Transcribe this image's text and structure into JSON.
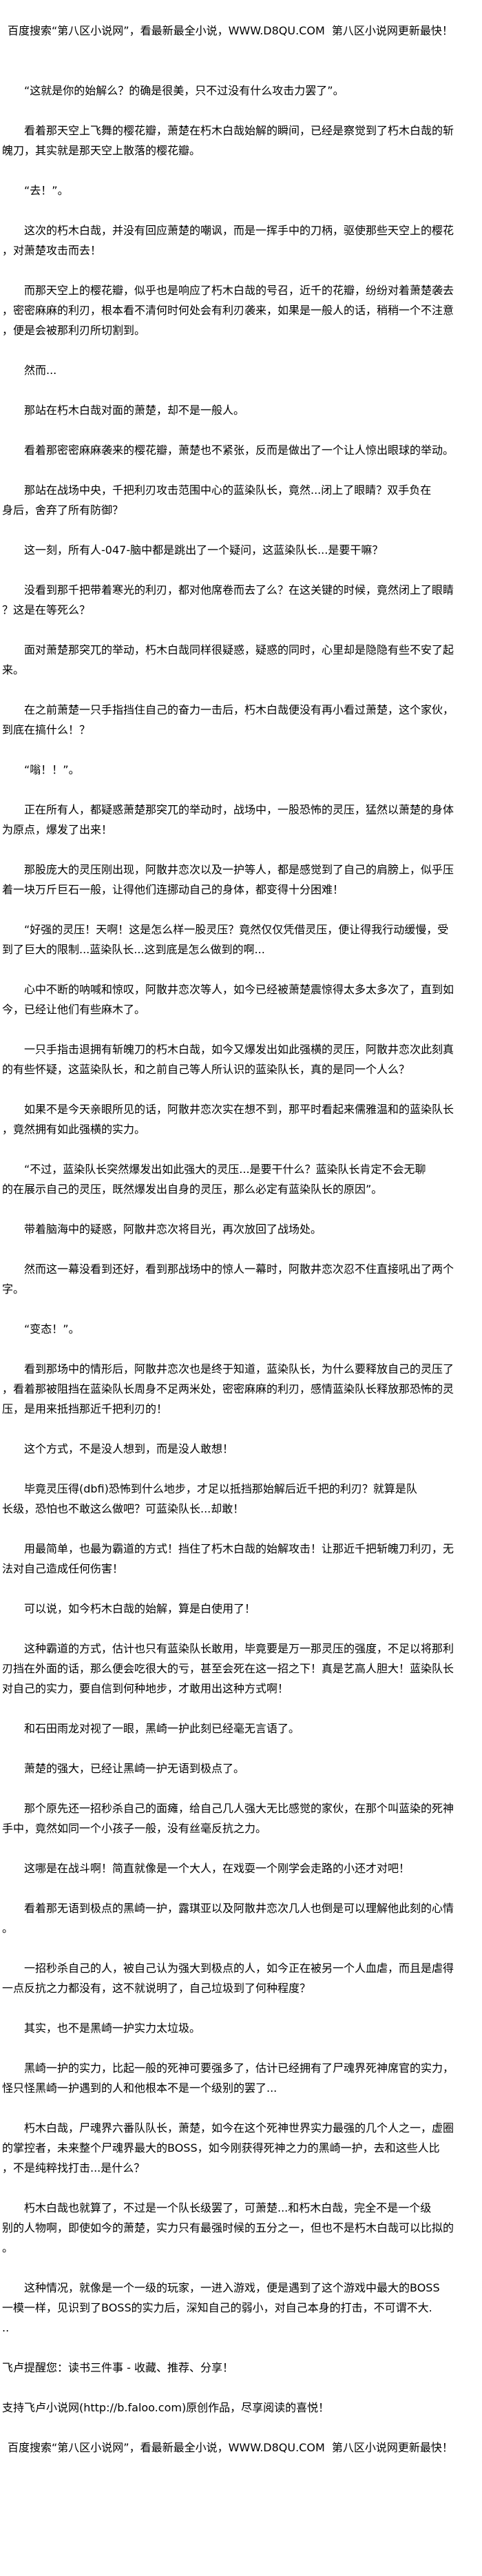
{
  "banner_top": "百度搜索“第八区小说网”，看最新最全小说，WWW.D8QU.COM  第八区小说网更新最快！",
  "paragraphs": [
    {
      "lines": [
        "　　“这就是你的始解么？的确是很美，只不过没有什么攻击力罢了”。"
      ]
    },
    {
      "lines": [
        "　　看着那天空上飞舞的樱花瓣，萧楚在朽木白哉始解的瞬间，已经是察觉到了朽木白哉的斩",
        "魄刀，其实就是那天空上散落的樱花瓣。"
      ]
    },
    {
      "lines": [
        "　　“去！”。"
      ]
    },
    {
      "lines": [
        "　　这次的朽木白哉，并没有回应萧楚的嘲讽，而是一挥手中的刀柄，驱使那些天空上的樱花",
        "，对萧楚攻击而去！"
      ]
    },
    {
      "lines": [
        "　　而那天空上的樱花瓣，似乎也是响应了朽木白哉的号召，近千的花瓣，纷纷对着萧楚袭去",
        "，密密麻麻的利刃，根本看不清何时何处会有利刃袭来，如果是一般人的话，稍稍一个不注意",
        "，便是会被那利刃所切割到。"
      ]
    },
    {
      "lines": [
        "　　然而..."
      ]
    },
    {
      "lines": [
        "　　那站在朽木白哉对面的萧楚，却不是一般人。"
      ]
    },
    {
      "lines": [
        "　　看着那密密麻麻袭来的樱花瓣，萧楚也不紧张，反而是做出了一个让人惊出眼球的举动。"
      ]
    },
    {
      "lines": [
        "　　那站在战场中央，千把利刃攻击范围中心的蓝染队长，竟然...闭上了眼睛？双手负在",
        "身后，舍弃了所有防御？"
      ]
    },
    {
      "lines": [
        "　　这一刻，所有人-047-脑中都是跳出了一个疑问，这蓝染队长...是要干嘛？"
      ]
    },
    {
      "lines": [
        "　　没看到那千把带着寒光的利刃，都对他席卷而去了么？在这关键的时候，竟然闭上了眼睛",
        "？这是在等死么？"
      ]
    },
    {
      "lines": [
        "　　面对萧楚那突兀的举动，朽木白哉同样很疑惑，疑惑的同时，心里却是隐隐有些不安了起",
        "来。"
      ]
    },
    {
      "lines": [
        "　　在之前萧楚一只手指挡住自己的奋力一击后，朽木白哉便没有再小看过萧楚，这个家伙，",
        "到底在搞什么！？"
      ]
    },
    {
      "lines": [
        "　　“嗡！！”。"
      ]
    },
    {
      "lines": [
        "　　正在所有人，都疑惑萧楚那突兀的举动时，战场中，一股恐怖的灵压，猛然以萧楚的身体",
        "为原点，爆发了出来！"
      ]
    },
    {
      "lines": [
        "　　那股庞大的灵压刚出现，阿散井恋次以及一护等人，都是感觉到了自己的肩膀上，似乎压",
        "着一块万斤巨石一般，让得他们连挪动自己的身体，都变得十分困难！"
      ]
    },
    {
      "lines": [
        "　　“好强的灵压！天啊！这是怎么样一股灵压？竟然仅仅凭借灵压，便让得我行动缓慢，受",
        "到了巨大的限制...蓝染队长...这到底是怎么做到的啊..."
      ]
    },
    {
      "lines": [
        "　　心中不断的呐喊和惊叹，阿散井恋次等人，如今已经被萧楚震惊得太多太多次了，直到如",
        "今，已经让他们有些麻木了。"
      ]
    },
    {
      "lines": [
        "　　一只手指击退拥有斩魄刀的朽木白哉，如今又爆发出如此强横的灵压，阿散井恋次此刻真",
        "的有些怀疑，这蓝染队长，和之前自己等人所认识的蓝染队长，真的是同一个人么？"
      ]
    },
    {
      "lines": [
        "　　如果不是今天亲眼所见的话，阿散井恋次实在想不到，那平时看起来儒雅温和的蓝染队长",
        "，竟然拥有如此强横的实力。"
      ]
    },
    {
      "lines": [
        "　　“不过，蓝染队长突然爆发出如此强大的灵压...是要干什么？蓝染队长肯定不会无聊",
        "的在展示自己的灵压，既然爆发出自身的灵压，那么必定有蓝染队长的原因”。"
      ]
    },
    {
      "lines": [
        "　　带着脑海中的疑惑，阿散井恋次将目光，再次放回了战场处。"
      ]
    },
    {
      "lines": [
        "　　然而这一幕没看到还好，看到那战场中的惊人一幕时，阿散井恋次忍不住直接吼出了两个",
        "字。"
      ]
    },
    {
      "lines": [
        "　　“变态！”。"
      ]
    },
    {
      "lines": [
        "　　看到那场中的情形后，阿散井恋次也是终于知道，蓝染队长，为什么要释放自己的灵压了",
        "，看着那被阻挡在蓝染队长周身不足两米处，密密麻麻的利刃，感情蓝染队长释放那恐怖的灵",
        "压，是用来抵挡那近千把利刃的！"
      ]
    },
    {
      "lines": [
        "　　这个方式，不是没人想到，而是没人敢想！"
      ]
    },
    {
      "lines": [
        "　　毕竟灵压得(dbfi)恐怖到什么地步，才足以抵挡那始解后近千把的利刃？就算是队",
        "长级，恐怕也不敢这么做吧？可蓝染队长...却敢！"
      ]
    },
    {
      "lines": [
        "　　用最简单，也最为霸道的方式！挡住了朽木白哉的始解攻击！让那近千把斩魄刀利刃，无",
        "法对自己造成任何伤害！"
      ]
    },
    {
      "lines": [
        "　　可以说，如今朽木白哉的始解，算是白使用了！"
      ]
    },
    {
      "lines": [
        "　　这种霸道的方式，估计也只有蓝染队长敢用，毕竟要是万一那灵压的强度，不足以将那利",
        "刃挡在外面的话，那么便会吃很大的亏，甚至会死在这一招之下！真是艺高人胆大！蓝染队长",
        "对自己的实力，要自信到何种地步，才敢用出这种方式啊！"
      ]
    },
    {
      "lines": [
        "　　和石田雨龙对视了一眼，黑崎一护此刻已经毫无言语了。"
      ]
    },
    {
      "lines": [
        "　　萧楚的强大，已经让黑崎一护无语到极点了。"
      ]
    },
    {
      "lines": [
        "　　那个原先还一招秒杀自己的面瘫，给自己几人强大无比感觉的家伙，在那个叫蓝染的死神",
        "手中，竟然如同一个小孩子一般，没有丝毫反抗之力。"
      ]
    },
    {
      "lines": [
        "　　这哪是在战斗啊！简直就像是一个大人，在戏耍一个刚学会走路的小还才对吧！"
      ]
    },
    {
      "lines": [
        "　　看着那无语到极点的黑崎一护，露琪亚以及阿散井恋次几人也倒是可以理解他此刻的心情",
        "。"
      ]
    },
    {
      "lines": [
        "　　一招秒杀自己的人，被自己认为强大到极点的人，如今正在被另一个人血虐，而且是虐得",
        "一点反抗之力都没有，这不就说明了，自己垃圾到了何种程度？"
      ]
    },
    {
      "lines": [
        "　　其实，也不是黑崎一护实力太垃圾。"
      ]
    },
    {
      "lines": [
        "　　黑崎一护的实力，比起一般的死神可要强多了，估计已经拥有了尸魂界死神席官的实力，",
        "怪只怪黑崎一护遇到的人和他根本不是一个级别的罢了..."
      ]
    },
    {
      "lines": [
        "　　朽木白哉，尸魂界六番队队长，萧楚，如今在这个死神世界实力最强的几个人之一，虚圈",
        "的掌控者，未来整个尸魂界最大的BOSS，如今刚获得死神之力的黑崎一护，去和这些人比",
        "，不是纯粹找打击...是什么？"
      ]
    },
    {
      "lines": [
        "　　朽木白哉也就算了，不过是一个队长级罢了，可萧楚...和朽木白哉，完全不是一个级",
        "别的人物啊，即使如今的萧楚，实力只有最强时候的五分之一，但也不是朽木白哉可以比拟的",
        "。"
      ]
    },
    {
      "lines": [
        "　　这种情况，就像是一个一级的玩家，一进入游戏，便是遇到了这个游戏中最大的BOSS",
        "一模一样，见识到了BOSS的实力后，深知自己的弱小，对自己本身的打击，不可谓不大.",
        ".."
      ]
    }
  ],
  "reminder": "飞卢提醒您：读书三件事 - 收藏、推荐、分享！",
  "support": "支持飞卢小说网(http://b.faloo.com)原创作品，尽享阅读的喜悦！",
  "banner_bottom": "百度搜索“第八区小说网”，看最新最全小说，WWW.D8QU.COM  第八区小说网更新最快！"
}
